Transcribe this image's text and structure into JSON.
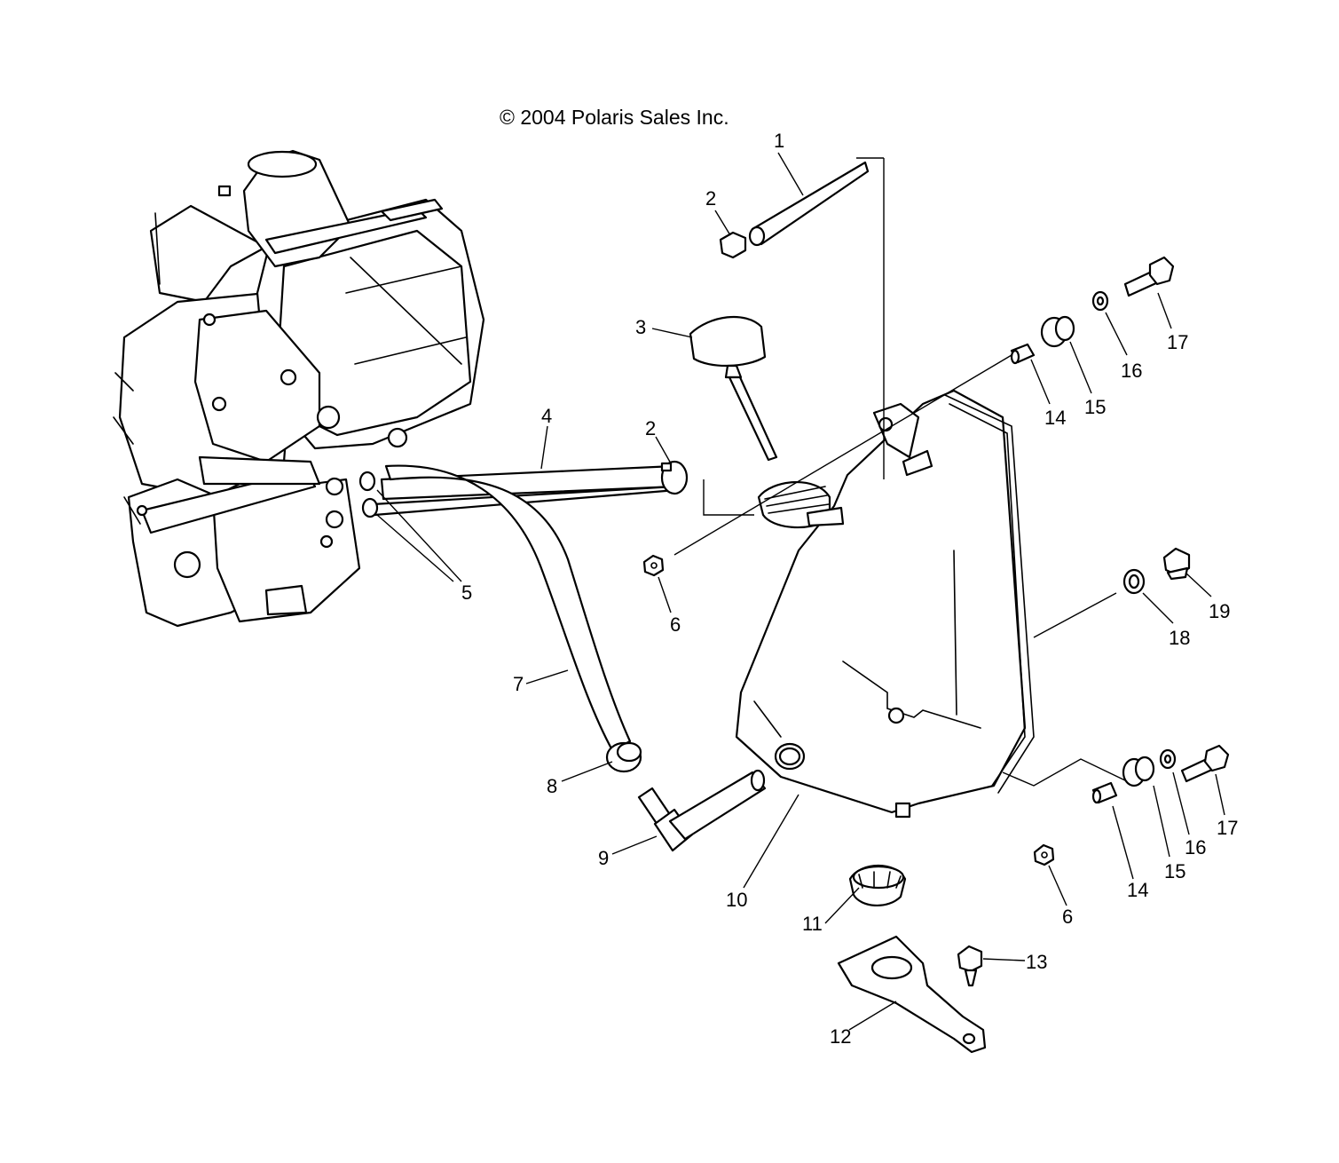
{
  "copyright": "© 2004 Polaris Sales Inc.",
  "callouts": {
    "c1": "1",
    "c2a": "2",
    "c2b": "2",
    "c3": "3",
    "c4": "4",
    "c5": "5",
    "c6a": "6",
    "c6b": "6",
    "c7": "7",
    "c8": "8",
    "c9": "9",
    "c10": "10",
    "c11": "11",
    "c12": "12",
    "c13": "13",
    "c14a": "14",
    "c14b": "14",
    "c15a": "15",
    "c15b": "15",
    "c16a": "16",
    "c16b": "16",
    "c17a": "17",
    "c17b": "17",
    "c18": "18",
    "c19": "19"
  }
}
